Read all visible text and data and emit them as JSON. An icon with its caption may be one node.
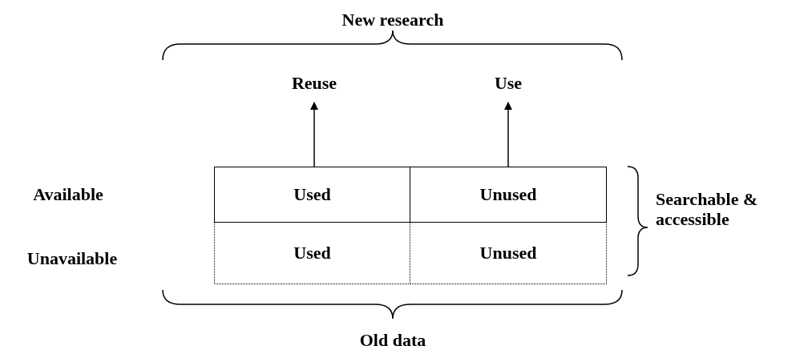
{
  "diagram": {
    "nodes": [
      {
        "text": [
          "Reuse"
        ]
      },
      {
        "text": [
          "Use"
        ]
      },
      {
        "text": [
          "Used"
        ]
      },
      {
        "text": [
          "Unused"
        ]
      },
      {
        "text": [
          "Used"
        ]
      },
      {
        "text": [
          "Unused"
        ]
      }
    ],
    "edges": [
      {
        "from": 2,
        "to": 0,
        "arrow": "to"
      },
      {
        "from": 3,
        "to": 1,
        "arrow": "to"
      }
    ],
    "labels": [
      "New research",
      "Available",
      "Searchable & accessible",
      "Unavailable",
      "Old data"
    ]
  }
}
